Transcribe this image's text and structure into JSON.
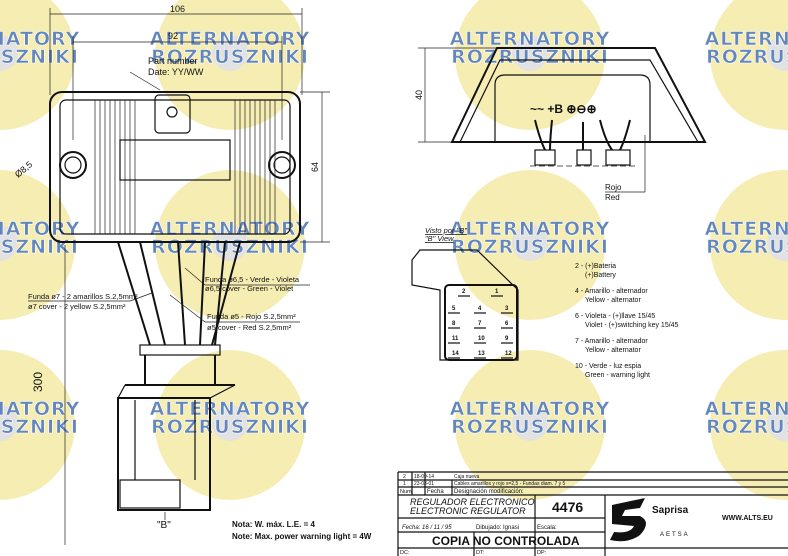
{
  "watermark": {
    "line1": "ALTERNATORY",
    "line2": "ROZRUSZNIKI",
    "circle_color": "#f3e79a",
    "text_color": "#2f5fa8"
  },
  "dimensions": {
    "overall_width": "106",
    "hole_spacing": "92",
    "height": "64",
    "hole_diameter": "Ø8,5",
    "cable_length": "300",
    "side_height": "40"
  },
  "labels": {
    "part_number_1": "Part number",
    "part_number_2": "Date: YY/WW",
    "cover_green_violet_es": "Funda ø6,5 - Verde - Violeta",
    "cover_green_violet_en": "ø6,5 cover - Green - Violet",
    "cover_yellow_es": "Funda ø7 - 2 amarillos  S.2,5mm²",
    "cover_yellow_en": "ø7 cover -  2 yellow S.2,5mm²",
    "cover_red_es": "Funda ø5 - Rojo S.2,5mm²",
    "cover_red_en": "ø5 cover - Red S.2,5mm²",
    "view_b_label": "\"B\"",
    "red_es": "Rojo",
    "red_en": "Red",
    "view_es": "Visto por \"B\"",
    "view_en": "\"B\" View",
    "terminal_symbols": "~~  +B ⊕⊖⊕"
  },
  "connector_pins": [
    "2",
    "1",
    "5",
    "4",
    "3",
    "8",
    "7",
    "6",
    "11",
    "10",
    "9",
    "14",
    "13",
    "12"
  ],
  "pin_legend": [
    {
      "es": "2 - (+)Bateria",
      "en": "(+)Battery"
    },
    {
      "es": "4 - Amarillo - alternador",
      "en": "Yellow - alternator"
    },
    {
      "es": "6 - Violeta - (+)llave 15/45",
      "en": "Violet - (+)switching key 15/45"
    },
    {
      "es": "7 - Amarillo - alternador",
      "en": "Yellow - alternator"
    },
    {
      "es": "10 - Verde - luz espia",
      "en": "Green - warning light"
    }
  ],
  "notes": [
    "Nota:  W. máx. L.E. = 4",
    "Note: Max. power warning light = 4W"
  ],
  "title_block": {
    "revisions": [
      {
        "num": "2",
        "date": "18-09-14",
        "desc": "Caja nueva"
      },
      {
        "num": "1",
        "date": "23-03-01",
        "desc": "Cables amarillos y rojo s=2,5 - Fundas diam. 7 y 5"
      }
    ],
    "header": {
      "num": "Num.",
      "date": "Fecha",
      "desc": "Designación modificación:"
    },
    "title_es": "REGULADOR ELECTRONICO",
    "title_en": "ELECTRONIC REGULATOR",
    "part_no": "4476",
    "fecha": "Fecha: 16 / 11 / 95",
    "dibujado": "Dibujado: Ignasi",
    "escala": "Escala:",
    "copia": "COPIA NO CONTROLADA",
    "dc": "DC:",
    "dt": "DT:",
    "dp": "DP:",
    "brand": "Saprisa",
    "brand2": "AETSA",
    "website": "WWW.ALTS.EU"
  }
}
